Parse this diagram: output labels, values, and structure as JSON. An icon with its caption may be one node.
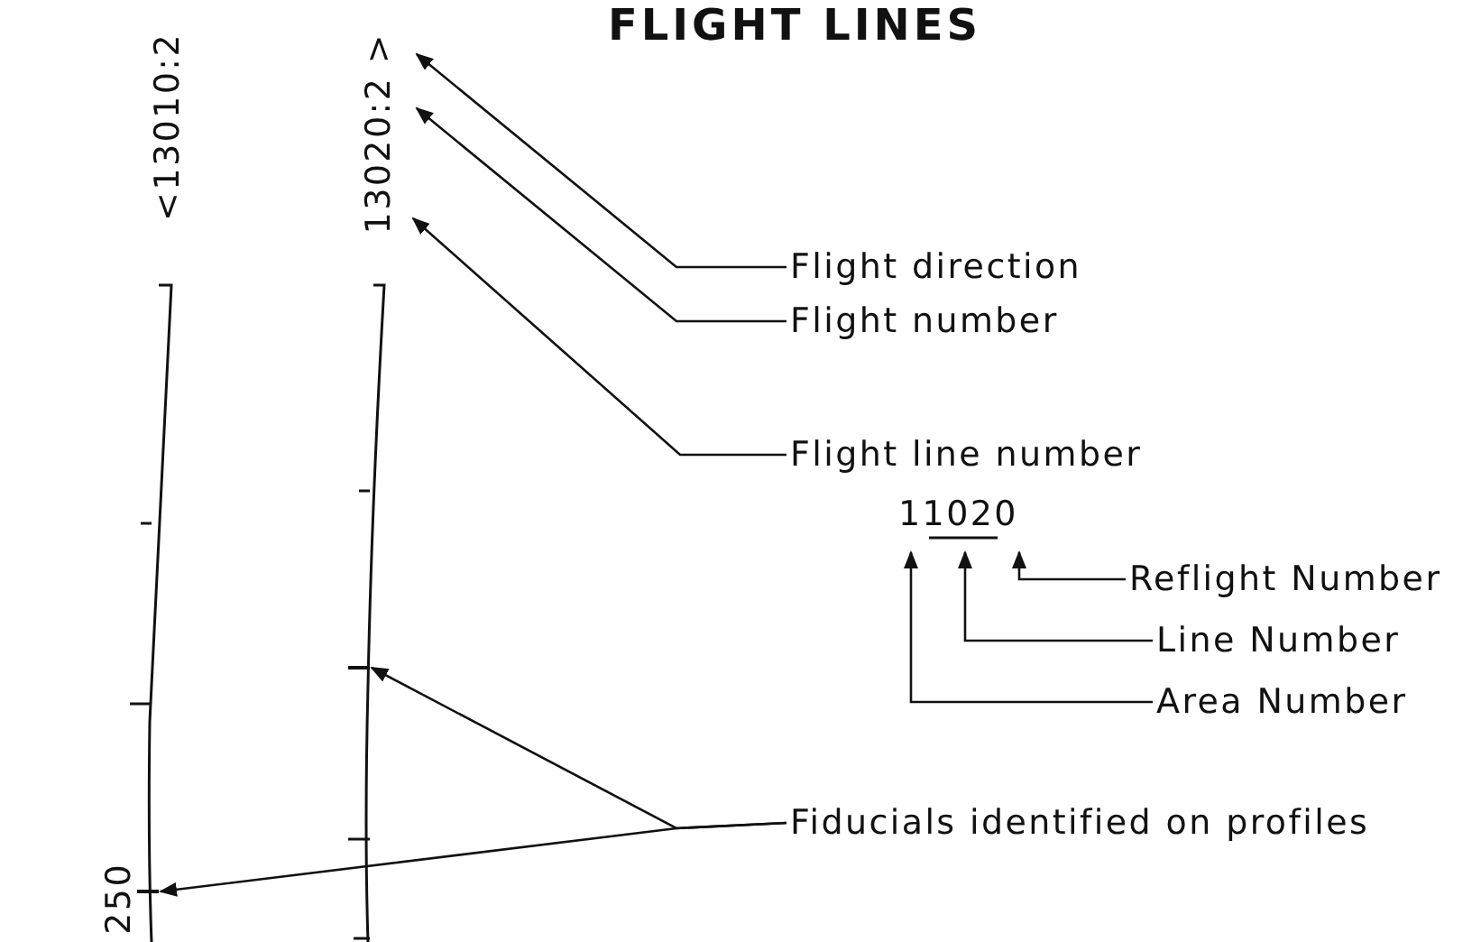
{
  "diagram": {
    "title": "FLIGHT LINES",
    "nodes": [
      {
        "text": [
          "13020:2 >"
        ]
      },
      {
        "text": [
          "Flight direction"
        ]
      },
      {
        "text": [
          "Flight number"
        ]
      },
      {
        "text": [
          "Flight line number"
        ]
      },
      {
        "text": [
          "11020"
        ]
      },
      {
        "text": [
          "Reflight Number"
        ]
      },
      {
        "text": [
          "Line Number"
        ]
      },
      {
        "text": [
          "Area Number"
        ]
      },
      {
        "text": [
          "Fiducials identified on profiles"
        ]
      },
      {
        "text": [],
        "shape": "bar"
      },
      {
        "text": [],
        "shape": "bar"
      }
    ],
    "edges": [
      {
        "from": 1,
        "to": 0,
        "arrow": "to"
      },
      {
        "from": 2,
        "to": 0,
        "arrow": "to"
      },
      {
        "from": 3,
        "to": 0,
        "arrow": "to"
      },
      {
        "from": 5,
        "to": 4,
        "arrow": "to"
      },
      {
        "from": 6,
        "to": 4,
        "arrow": "to"
      },
      {
        "from": 7,
        "to": 4,
        "arrow": "to"
      },
      {
        "from": 8,
        "to": 9,
        "arrow": "to"
      },
      {
        "from": 8,
        "to": 10,
        "arrow": "to"
      }
    ],
    "labels": [
      "<13010:2",
      "250"
    ]
  }
}
